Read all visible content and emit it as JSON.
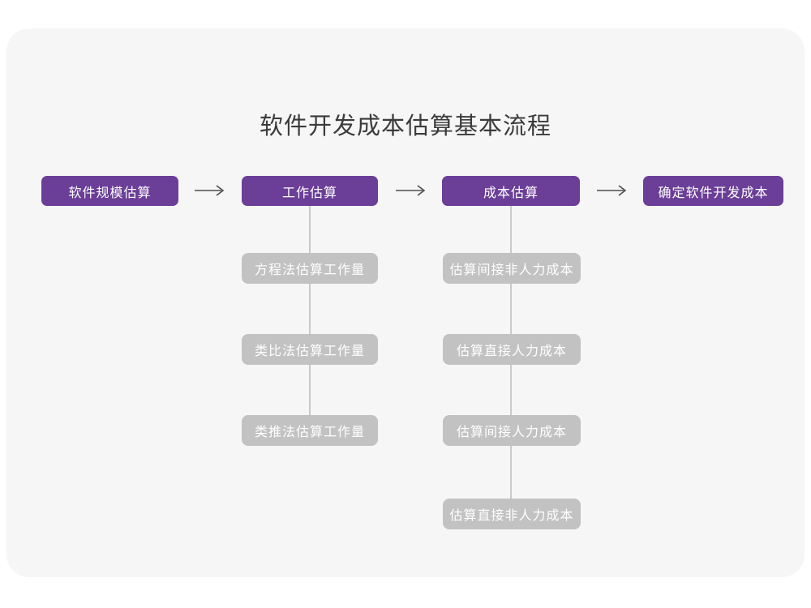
{
  "diagram": {
    "title": "软件开发成本估算基本流程",
    "colors": {
      "primary_node": "#6b3e98",
      "secondary_node": "#c2c2c2",
      "canvas": "#f6f6f7",
      "connector": "#c9c9c9",
      "arrow": "#4d4d4d",
      "title_text": "#3b3b3b",
      "node_text": "#ffffff"
    },
    "main_steps": [
      {
        "label": "软件规模估算"
      },
      {
        "label": "工作估算"
      },
      {
        "label": "成本估算"
      },
      {
        "label": "确定软件开发成本"
      }
    ],
    "work_estimation_methods": [
      {
        "label": "方程法估算工作量"
      },
      {
        "label": "类比法估算工作量"
      },
      {
        "label": "类推法估算工作量"
      }
    ],
    "cost_estimation_steps": [
      {
        "label": "估算间接非人力成本"
      },
      {
        "label": "估算直接人力成本"
      },
      {
        "label": "估算间接人力成本"
      },
      {
        "label": "估算直接非人力成本"
      }
    ]
  }
}
